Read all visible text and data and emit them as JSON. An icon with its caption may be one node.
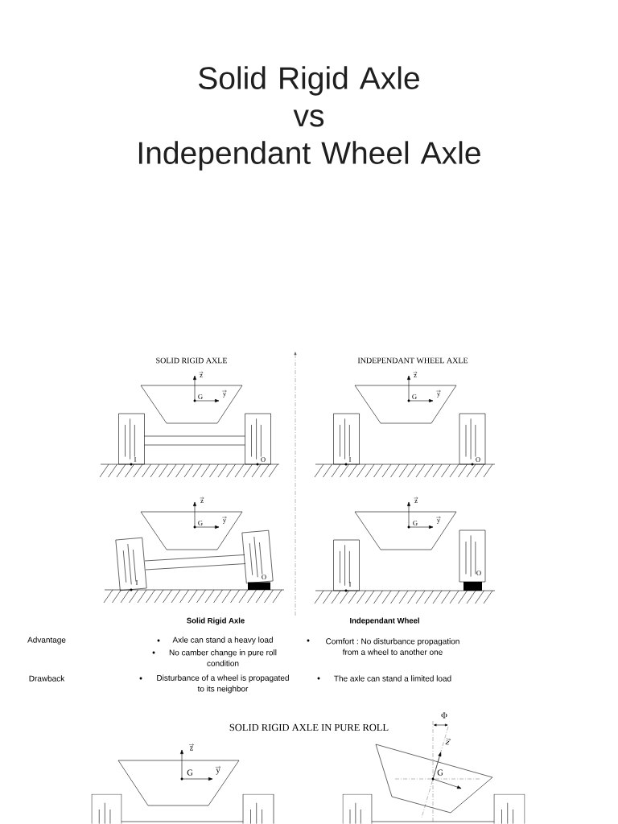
{
  "diagram": {
    "title": "Solid Rigid Axle vs Independant Wheel Axle",
    "labels": [
      "SOLID RIGID AXLE",
      "z",
      "G",
      "y",
      "I",
      "O",
      "INDEPENDANT WHEEL AXLE",
      "z",
      "G",
      "y",
      "I",
      "O",
      "z",
      "G",
      "y",
      "I",
      "O",
      "z",
      "G",
      "y",
      "I",
      "O",
      "Solid Rigid Axle",
      "Independant Wheel",
      "Advantage",
      "Axle can stand a heavy load",
      "No camber change in pure roll condition",
      "Comfort : No disturbance propagation from a wheel to another one",
      "Drawback",
      "Disturbance of a wheel is propagated to its neighbor",
      "The axle can stand a limited load",
      "SOLID RIGID AXLE IN PURE ROLL",
      "z",
      "G",
      "y",
      "Φ",
      "z",
      "G"
    ]
  }
}
